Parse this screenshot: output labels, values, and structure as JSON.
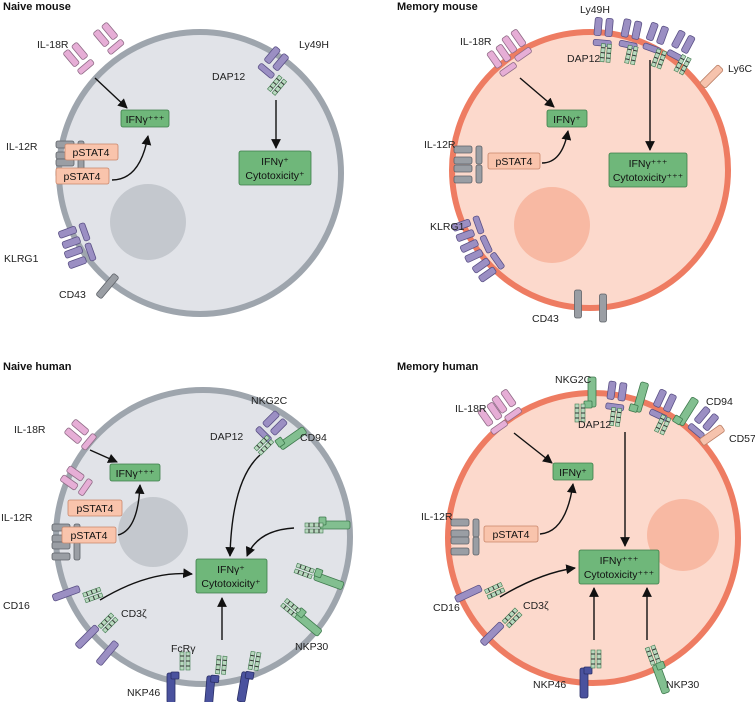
{
  "panels": {
    "naive_mouse": {
      "title": "Naive mouse",
      "labels": {
        "il18r": "IL-18R",
        "il12r": "IL-12R",
        "klrg1": "KLRG1",
        "cd43": "CD43",
        "ly49h": "Ly49H",
        "dap12": "DAP12"
      },
      "boxes": {
        "pstat4_a": "pSTAT4",
        "pstat4_b": "pSTAT4",
        "ifng": "IFNγ⁺⁺⁺",
        "ifng_cyto_line1": "IFNγ⁺",
        "ifng_cyto_line2": "Cytotoxicity⁺"
      }
    },
    "memory_mouse": {
      "title": "Memory mouse",
      "labels": {
        "il18r": "IL-18R",
        "il12r": "IL-12R",
        "klrg1": "KLRG1",
        "cd43": "CD43",
        "ly49h": "Ly49H",
        "dap12": "DAP12",
        "ly6c": "Ly6C"
      },
      "boxes": {
        "pstat4": "pSTAT4",
        "ifng": "IFNγ⁺",
        "ifng_cyto_line1": "IFNγ⁺⁺⁺",
        "ifng_cyto_line2": "Cytotoxicity⁺⁺⁺"
      }
    },
    "naive_human": {
      "title": "Naive human",
      "labels": {
        "il18r": "IL-18R",
        "il12r": "IL-12R",
        "cd16": "CD16",
        "cd3z": "CD3ζ",
        "fcrg": "FcRγ",
        "nkp46": "NKP46",
        "nkp30": "NKP30",
        "nkg2c": "NKG2C",
        "dap12": "DAP12",
        "cd94": "CD94"
      },
      "boxes": {
        "pstat4_a": "pSTAT4",
        "pstat4_b": "pSTAT4",
        "ifng": "IFNγ⁺⁺⁺",
        "ifng_cyto_line1": "IFNγ⁺",
        "ifng_cyto_line2": "Cytotoxicity⁺"
      }
    },
    "memory_human": {
      "title": "Memory human",
      "labels": {
        "il18r": "IL-18R",
        "il12r": "IL-12R",
        "cd16": "CD16",
        "cd3z": "CD3ζ",
        "nkp46": "NKP46",
        "nkp30": "NKP30",
        "nkg2c": "NKG2C",
        "dap12": "DAP12",
        "cd94": "CD94",
        "cd57": "CD57"
      },
      "boxes": {
        "pstat4": "pSTAT4",
        "ifng": "IFNγ⁺",
        "ifng_cyto_line1": "IFNγ⁺⁺⁺",
        "ifng_cyto_line2": "Cytotoxicity⁺⁺⁺"
      }
    }
  },
  "colors": {
    "naive_cell_fill": "#e1e3e8",
    "naive_membrane": "#9ea5ad",
    "naive_nucleus": "#c4c8ce",
    "memory_cell_fill": "#fcd9cc",
    "memory_membrane": "#ee7c62",
    "memory_nucleus": "#f8b9a3",
    "green_box": "#6fb77a",
    "pstat4_box": "#f9c4ac",
    "pink_receptor": "#e6aed6",
    "purple_receptor": "#9b8fc3",
    "grey_receptor": "#9a9ea4",
    "dark_blue_receptor": "#4a529e",
    "green_receptor": "#82bf90",
    "peach_receptor": "#f6c3ad"
  }
}
